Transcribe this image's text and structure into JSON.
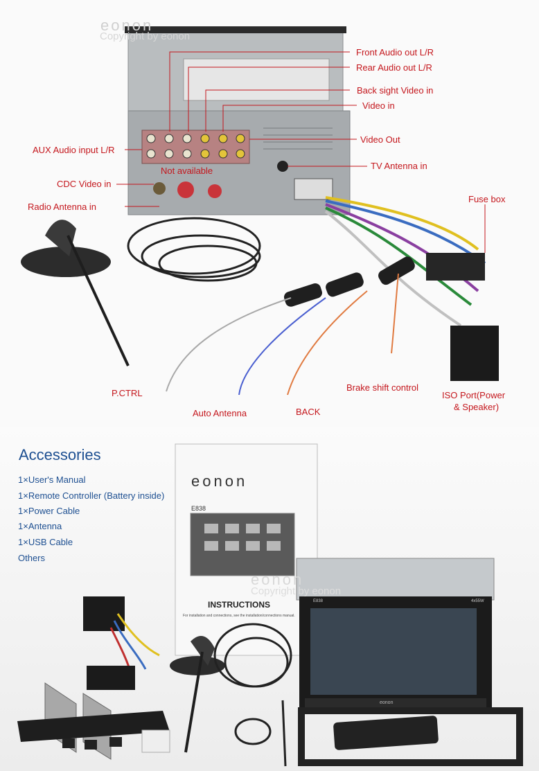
{
  "watermark": {
    "logo": "eonon",
    "text": "Copyright by eonon"
  },
  "labels": {
    "front_audio": "Front Audio out L/R",
    "rear_audio": "Rear Audio out L/R",
    "back_sight": "Back sight Video in",
    "video_in": "Video in",
    "video_out": "Video Out",
    "tv_antenna": "TV Antenna in",
    "aux_audio": "AUX Audio input L/R",
    "not_available": "Not available",
    "cdc_video": "CDC Video in",
    "radio_antenna": "Radio Antenna in",
    "fuse_box": "Fuse box",
    "pctrl": "P.CTRL",
    "auto_antenna": "Auto Antenna",
    "back": "BACK",
    "brake": "Brake shift control",
    "iso_port_1": "ISO Port(Power",
    "iso_port_2": "& Speaker)"
  },
  "accessories": {
    "title": "Accessories",
    "items": [
      "1×User's Manual",
      "1×Remote Controller (Battery inside)",
      "1×Power Cable",
      "1×Antenna",
      "1×USB Cable",
      "Others"
    ]
  },
  "manual": {
    "brand": "eonon",
    "model": "E838",
    "title": "INSTRUCTIONS",
    "note": "For installation and connections, see the installation/connections manual."
  },
  "unit": {
    "model": "E838",
    "power": "4x55W",
    "brand": "eonon"
  },
  "colors": {
    "label_red": "#c4161c",
    "accent_blue": "#1d4f91"
  }
}
